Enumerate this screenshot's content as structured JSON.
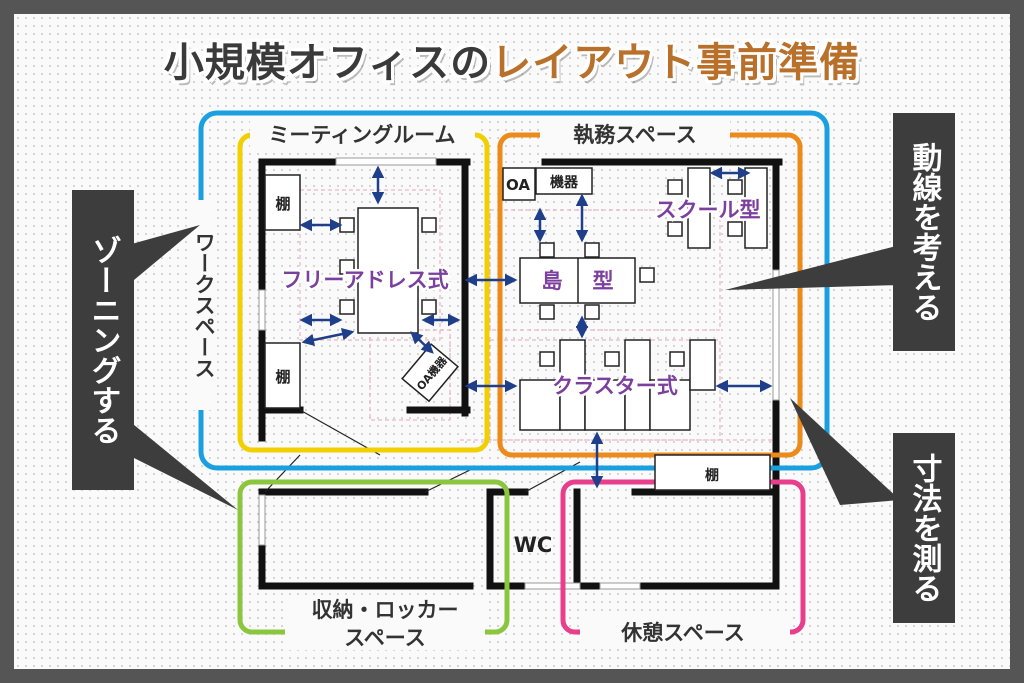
{
  "title": {
    "part1": "小規模オフィスの",
    "part2": "レイアウト事前準備"
  },
  "colors": {
    "workspace": "#1aa0e0",
    "meeting": "#f2cf00",
    "office": "#ec8a1a",
    "storage": "#8cc63f",
    "lounge": "#e83e8c",
    "callout": "#3d3d3d",
    "purple": "#7b3f9e",
    "arrow": "#1f3f8a",
    "title_accent": "#b8702a"
  },
  "zones": {
    "work": "ワークスペース",
    "meeting": "ミーティングルーム",
    "office": "執務スペース",
    "storage_line1": "収納・ロッカー",
    "storage_line2": "スペース",
    "lounge": "休憩スペース"
  },
  "layouts": {
    "free_address": "フリーアドレス式",
    "island_1": "島",
    "island_2": "型",
    "school": "スクール型",
    "cluster": "クラスター式"
  },
  "labels": {
    "shelf1": "棚",
    "shelf2": "棚",
    "shelf3": "棚",
    "oa": "OA",
    "equipment": "機器",
    "oa_equipment": "OA機器",
    "wc": "WC"
  },
  "callouts": {
    "zoning": "ゾーニングする",
    "flow": "動線を考える",
    "measure": "寸法を測る"
  }
}
